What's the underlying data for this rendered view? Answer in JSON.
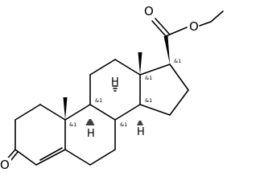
{
  "molecule": {
    "atoms": {
      "carbonyl_oxygen": "O",
      "ester_oxygen_double": "O",
      "ester_oxygen_single": "O",
      "h_c9": "H",
      "h_c8": "H",
      "h_c14": "H"
    },
    "stereo_labels": {
      "c10": "&1",
      "c9": "&1",
      "c8": "&1",
      "c14": "&1",
      "c13": "&1",
      "c17": "&1"
    }
  }
}
